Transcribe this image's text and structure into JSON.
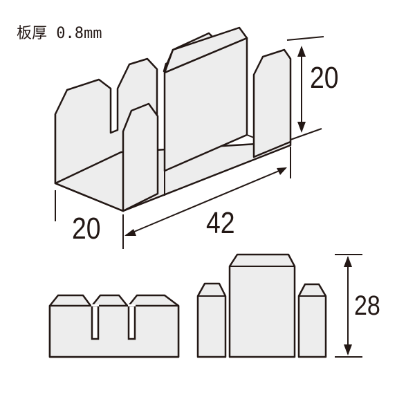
{
  "title": "板厚 0.8mm",
  "dimensions": {
    "height_3d": "20",
    "width_3d": "20",
    "length_3d": "42",
    "height_front": "28"
  },
  "colors": {
    "fill": "#ededed",
    "stroke": "#231815"
  }
}
